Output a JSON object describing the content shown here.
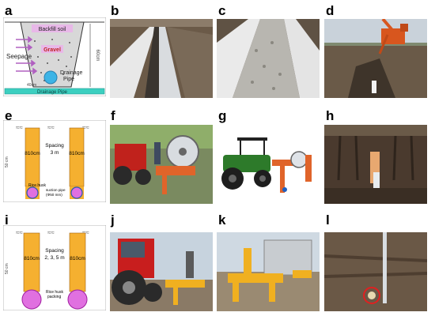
{
  "panels": {
    "a": {
      "letter": "a",
      "backfill": "Backfill soil",
      "gravel": "Gravel",
      "seepage": "Seepage",
      "drainage_pipe": "Drainage\nPipe",
      "drainage_pipe_bottom": "Drainage Pipe",
      "depth": "60cm",
      "width": "40cm"
    },
    "b": {
      "letter": "b"
    },
    "c": {
      "letter": "c"
    },
    "d": {
      "letter": "d"
    },
    "e": {
      "letter": "e",
      "depth_left": "810cm",
      "depth_right": "810cm",
      "spacing": "Spacing\n3 m",
      "rice_husk": "Rice husk",
      "suction": "suction pipe\n(Φ50 mm)",
      "side": "50 cm"
    },
    "f": {
      "letter": "f"
    },
    "g": {
      "letter": "g"
    },
    "h": {
      "letter": "h"
    },
    "i": {
      "letter": "i",
      "depth_left": "810cm",
      "depth_right": "810cm",
      "spacing": "Spacing\n2, 3, 5 m",
      "rice_husk": "Rice husk\npacking",
      "side": "50 cm"
    },
    "j": {
      "letter": "j"
    },
    "k": {
      "letter": "k"
    },
    "l": {
      "letter": "l"
    }
  }
}
